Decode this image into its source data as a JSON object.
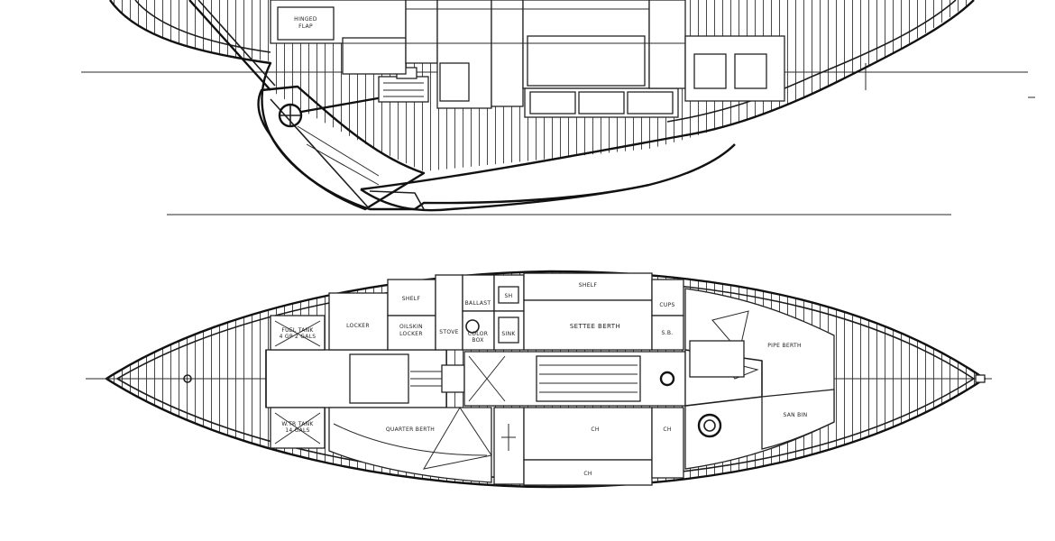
{
  "labels": {
    "profile_hinged_flap": "HINGED\nFLAP",
    "shelf_fwd": "SHELF",
    "shelf_aft": "SHELF",
    "cups": "CUPS",
    "sh": "SH",
    "locker": "LOCKER",
    "oilskin_locker": "OILSKIN\nLOCKER",
    "settee_berth": "SETTEE BERTH",
    "sb": "S.B.",
    "fuel_tank": "FUEL TANK\n4 GP 2 GALS",
    "water_tank": "W.TR TANK\n14 GALS",
    "quarter_berth": "QUARTER BERTH",
    "pipe_berth": "PIPE BERTH",
    "ch_1": "CH",
    "ch_2": "CH",
    "ch_3": "CH",
    "san_bin": "SAN BIN",
    "stove": "STOVE",
    "ballast": "BALLAST",
    "color_box": "COLOR\nBOX",
    "sink": "SINK"
  },
  "colors": {
    "ink": "#1e1e1e",
    "paper": "#ffffff"
  }
}
